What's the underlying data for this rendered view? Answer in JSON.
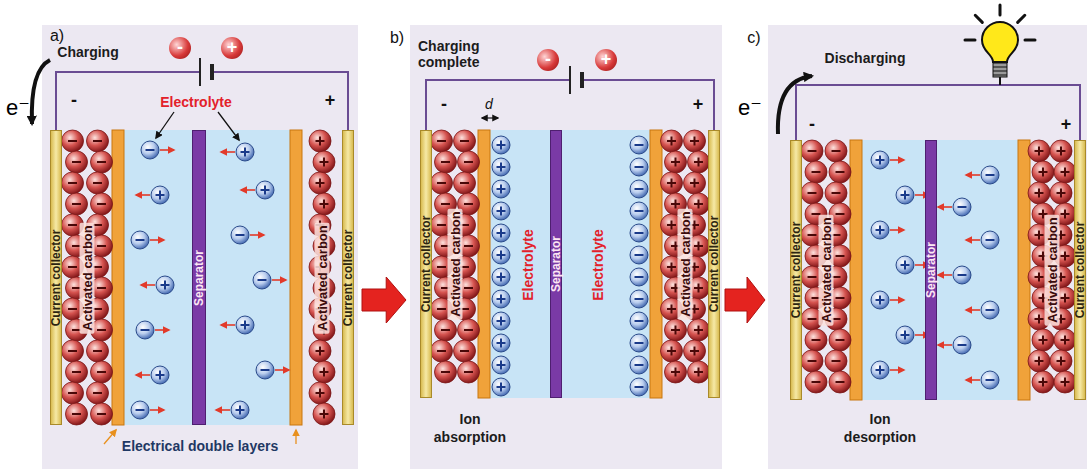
{
  "diagram": {
    "nodes": [
      {
        "text": [
          "Current collector"
        ]
      },
      {
        "text": [
          "Activated carbon"
        ]
      },
      {
        "text": [
          "Separator"
        ]
      },
      {
        "text": [
          "Activated carbon"
        ]
      },
      {
        "text": [
          "Current collector"
        ]
      },
      {
        "text": [
          "Current collector"
        ]
      },
      {
        "text": [
          "Activated carbon"
        ]
      },
      {
        "text": [
          "Separator"
        ]
      },
      {
        "text": [
          "Activated carbon"
        ]
      },
      {
        "text": [
          "Current collector"
        ]
      },
      {
        "text": [
          "Current collector"
        ]
      },
      {
        "text": [
          "Activated carbon"
        ]
      },
      {
        "text": [
          "Separator"
        ]
      },
      {
        "text": [
          "Activated carbon"
        ]
      },
      {
        "text": [
          "Current collector"
        ]
      }
    ],
    "labels": [
      "a)",
      "Charging",
      "e⁻",
      "-",
      "+",
      "-",
      "+",
      "Electrolyte",
      "Electrical double layers",
      "b)",
      "Charging complete",
      "-",
      "+",
      "-",
      "+",
      "d",
      "Electrolyte",
      "Electrolyte",
      "Ion absorption",
      "c)",
      "Discharging",
      "e⁻",
      "-",
      "+",
      "Ion desorption"
    ]
  }
}
